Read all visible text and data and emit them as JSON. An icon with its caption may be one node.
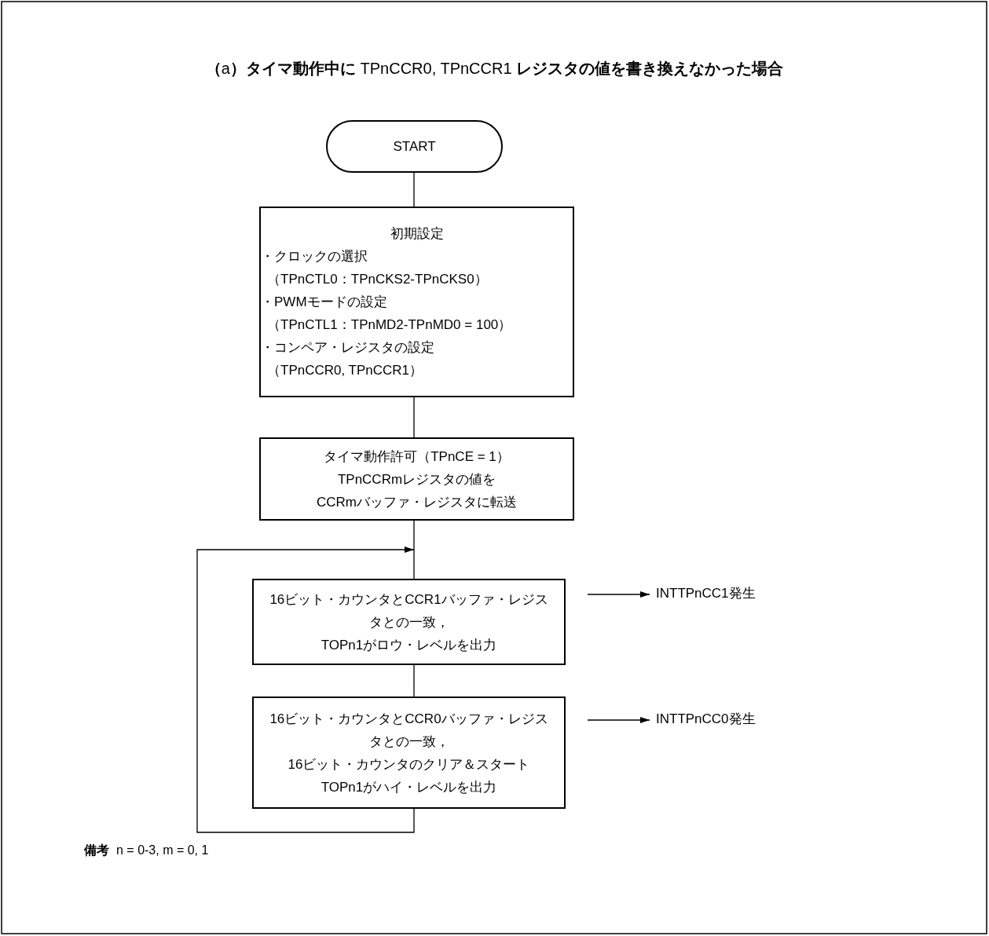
{
  "diagram": {
    "title": "**（**a**）タイマ動作中に** TPnCCR0, TPnCCR1 **レジスタの値を書き換えなかった場合**",
    "nodes": [
      {
        "text": [
          "START"
        ]
      },
      {
        "text": [
          "初期設定",
          "・クロックの選択",
          "（TPnCTL0：TPnCKS2-TPnCKS0）",
          "・PWMモードの設定",
          "（TPnCTL1：TPnMD2-TPnMD0 = 100）",
          "・コンペア・レジスタの設定",
          "（TPnCCR0, TPnCCR1）"
        ]
      },
      {
        "text": [
          "タイマ動作許可（TPnCE = 1）",
          "TPnCCRmレジスタの値を",
          "CCRmバッファ・レジスタに転送"
        ]
      },
      {
        "text": [
          "16ビット・カウンタとCCR1バッファ・レジスタとの一致，",
          "TOPn1がロウ・レベルを出力"
        ]
      },
      {
        "text": [
          "16ビット・カウンタとCCR0バッファ・レジスタとの一致，",
          "16ビット・カウンタのクリア＆スタート",
          "TOPn1がハイ・レベルを出力"
        ]
      },
      {
        "text": [
          "INTTPnCC1発生"
        ]
      },
      {
        "text": [
          "INTTPnCC0発生"
        ]
      }
    ],
    "edges": [
      {
        "from": 0,
        "to": 1,
        "arrow": "none"
      },
      {
        "from": 1,
        "to": 2,
        "arrow": "none"
      },
      {
        "from": 2,
        "to": 3,
        "arrow": "none"
      },
      {
        "from": 3,
        "to": 4,
        "arrow": "none"
      },
      {
        "from": 4,
        "to": 3,
        "arrow": "to"
      },
      {
        "from": 3,
        "to": 5,
        "arrow": "to"
      },
      {
        "from": 4,
        "to": 6,
        "arrow": "to"
      }
    ],
    "labels": [
      "備考",
      "n = 0-3, m = 0, 1"
    ]
  }
}
